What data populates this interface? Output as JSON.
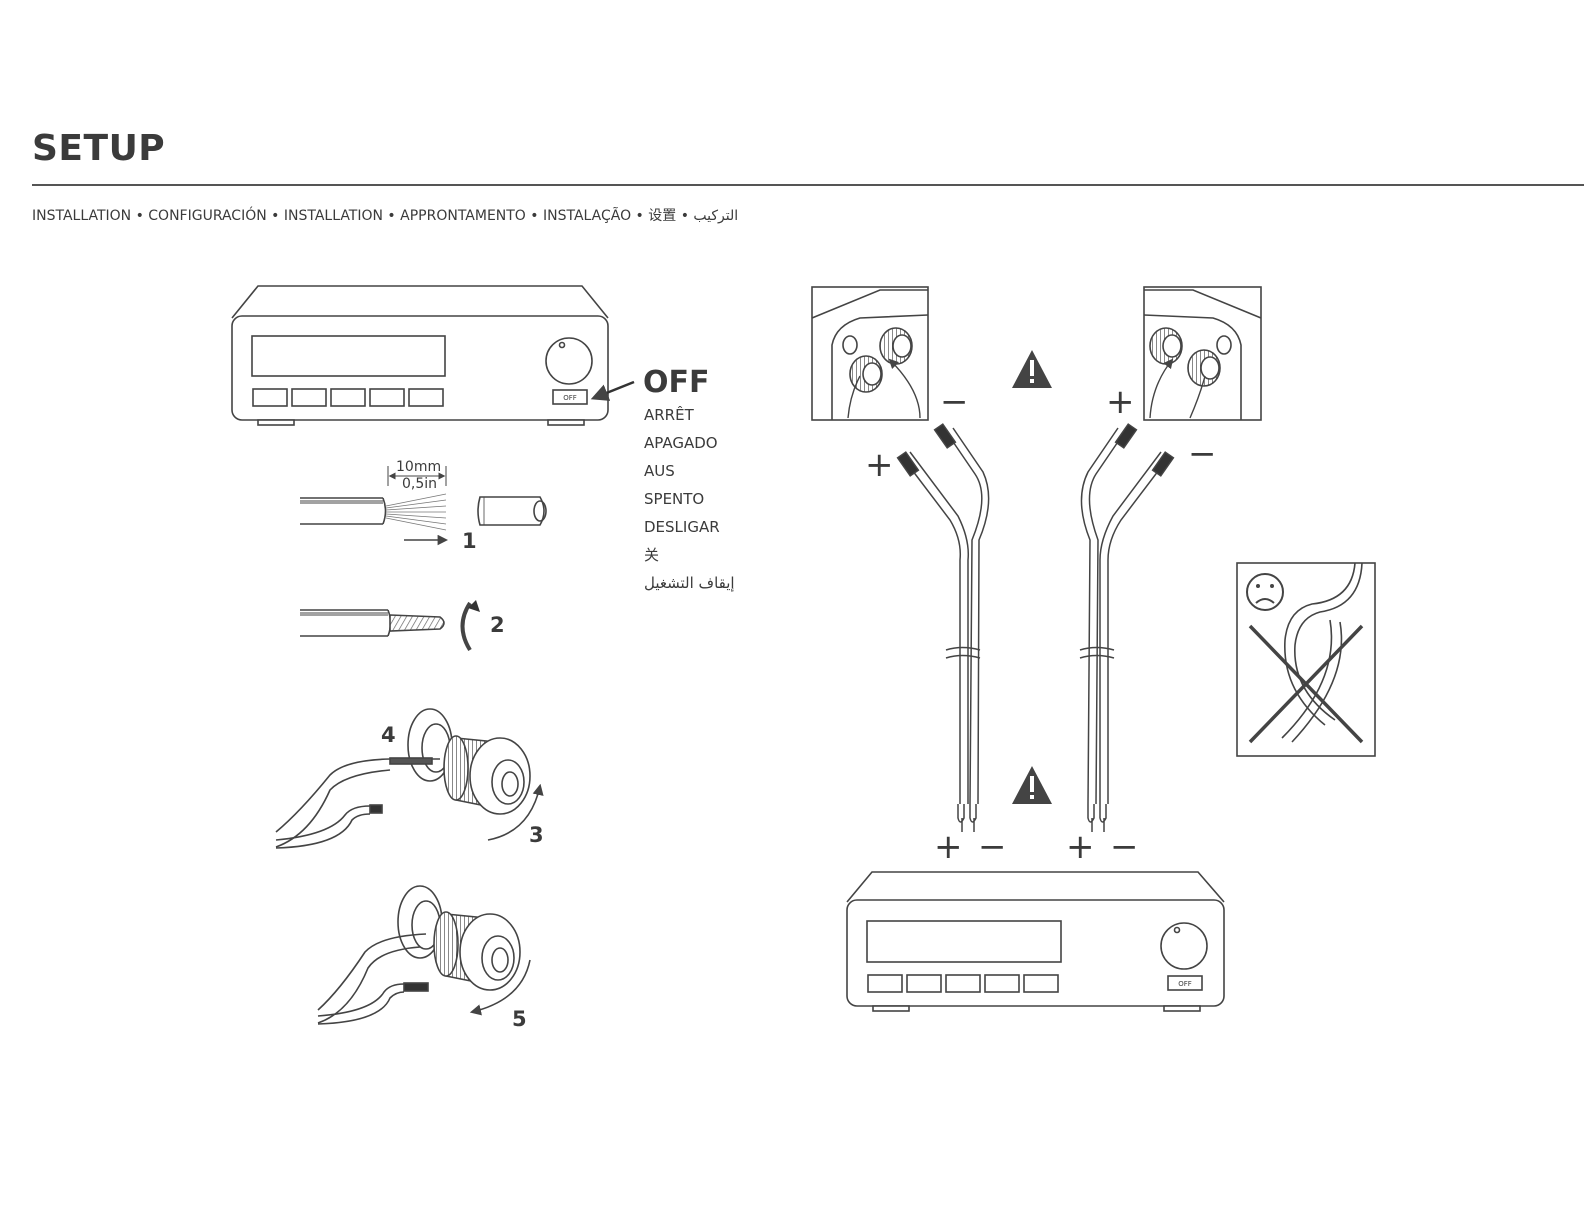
{
  "header": {
    "title": "SETUP",
    "subtitle": "INSTALLATION • CONFIGURACIÓN • INSTALLATION • APPRONTAMENTO • INSTALAÇÃO • 设置 • التركيب"
  },
  "receiver": {
    "switch_label": "OFF"
  },
  "off_callout": {
    "title": "OFF",
    "translations": [
      "ARRÊT",
      "APAGADO",
      "AUS",
      "SPENTO",
      "DESLIGAR",
      "关",
      "إيقاف التشغيل"
    ]
  },
  "wire_strip": {
    "length_mm": "10mm",
    "length_in": "0,5in"
  },
  "steps": [
    "1",
    "2",
    "3",
    "4",
    "5"
  ],
  "polarity": {
    "plus": "+",
    "minus": "−"
  },
  "icons": [
    "warning-icon",
    "sad-face-icon"
  ]
}
